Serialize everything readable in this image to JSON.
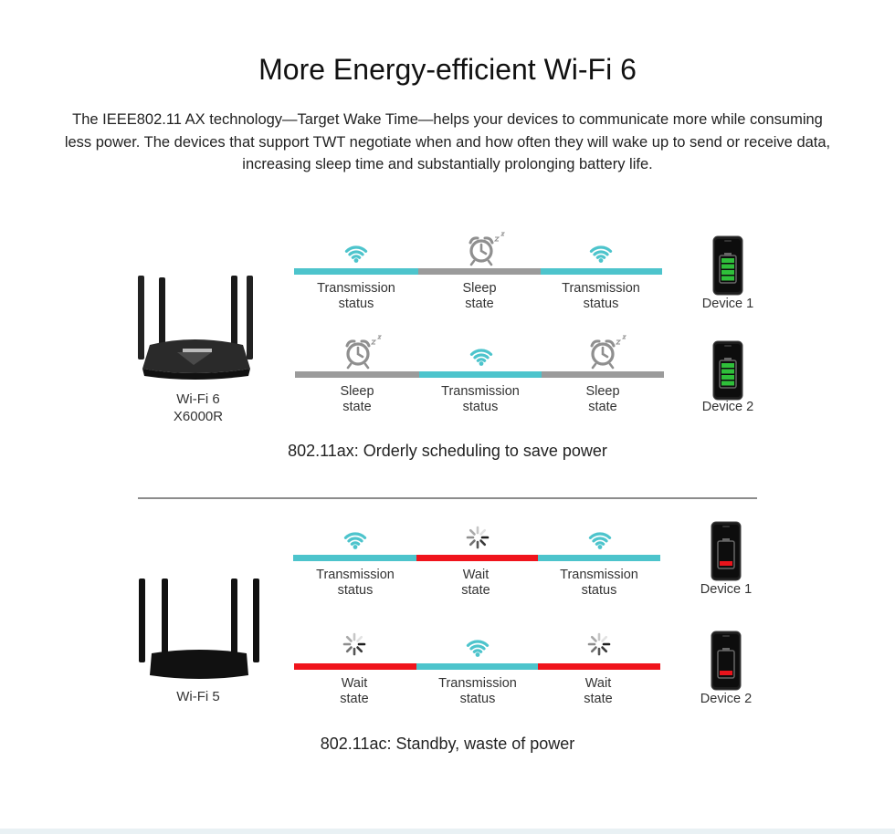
{
  "title": "More Energy-efficient Wi-Fi 6",
  "intro": [
    "The IEEE802.11 AX technology—Target Wake Time—helps your devices to communicate more while consuming",
    "less power. The devices that support TWT negotiate when and how often they will wake up to send or receive data,",
    "increasing sleep time and substantially prolonging battery life."
  ],
  "colors": {
    "transmission": "#4dc4cc",
    "sleep": "#9b9b9b",
    "wait": "#f0141c",
    "battery_full": "#2fbf3a",
    "battery_low": "#e8141c"
  },
  "wifi6": {
    "router_label": [
      "Wi-Fi 6",
      "X6000R"
    ],
    "caption": "802.11ax: Orderly scheduling to save power",
    "device1": {
      "name": "Device 1",
      "segments": [
        {
          "icon": "wifi-icon",
          "kind": "transmission",
          "label": [
            "Transmission",
            "status"
          ]
        },
        {
          "icon": "alarm-clock-icon",
          "kind": "sleep",
          "label": [
            "Sleep",
            "state"
          ]
        },
        {
          "icon": "wifi-icon",
          "kind": "transmission",
          "label": [
            "Transmission",
            "status"
          ]
        }
      ]
    },
    "device2": {
      "name": "Device 2",
      "segments": [
        {
          "icon": "alarm-clock-icon",
          "kind": "sleep",
          "label": [
            "Sleep",
            "state"
          ]
        },
        {
          "icon": "wifi-icon",
          "kind": "transmission",
          "label": [
            "Transmission",
            "status"
          ]
        },
        {
          "icon": "alarm-clock-icon",
          "kind": "sleep",
          "label": [
            "Sleep",
            "state"
          ]
        }
      ]
    }
  },
  "wifi5": {
    "router_label": [
      "Wi-Fi 5"
    ],
    "caption": "802.11ac: Standby, waste of power",
    "device1": {
      "name": "Device 1",
      "segments": [
        {
          "icon": "wifi-icon",
          "kind": "transmission",
          "label": [
            "Transmission",
            "status"
          ]
        },
        {
          "icon": "loading-spinner-icon",
          "kind": "wait",
          "label": [
            "Wait",
            "state"
          ]
        },
        {
          "icon": "wifi-icon",
          "kind": "transmission",
          "label": [
            "Transmission",
            "status"
          ]
        }
      ]
    },
    "device2": {
      "name": "Device 2",
      "segments": [
        {
          "icon": "loading-spinner-icon",
          "kind": "wait",
          "label": [
            "Wait",
            "state"
          ]
        },
        {
          "icon": "wifi-icon",
          "kind": "transmission",
          "label": [
            "Transmission",
            "status"
          ]
        },
        {
          "icon": "loading-spinner-icon",
          "kind": "wait",
          "label": [
            "Wait",
            "state"
          ]
        }
      ]
    }
  }
}
